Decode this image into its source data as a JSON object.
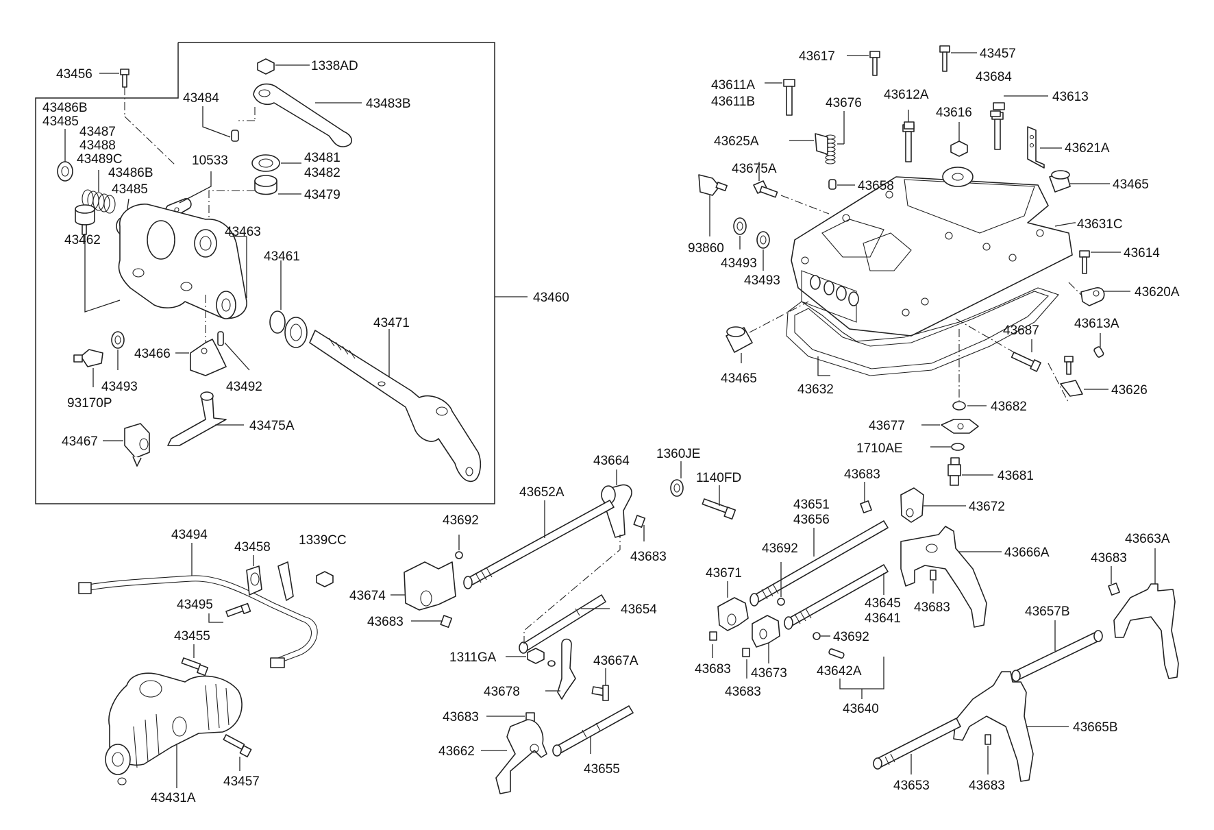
{
  "labels": {
    "l43456": "43456",
    "l1338AD": "1338AD",
    "l43484": "43484",
    "l43483B": "43483B",
    "l43486B_a": "43486B",
    "l43485_a": "43485",
    "l43487": "43487",
    "l43488": "43488",
    "l43489C": "43489C",
    "l43486B_b": "43486B",
    "l43485_b": "43485",
    "l10533": "10533",
    "l43481": "43481",
    "l43482": "43482",
    "l43479": "43479",
    "l43462": "43462",
    "l43463": "43463",
    "l43461": "43461",
    "l43460": "43460",
    "l43471": "43471",
    "l43466": "43466",
    "l43492": "43492",
    "l43493_a": "43493",
    "l93170P": "93170P",
    "l43475A": "43475A",
    "l43467": "43467",
    "l43617": "43617",
    "l43457_a": "43457",
    "l43611A": "43611A",
    "l43611B": "43611B",
    "l43676": "43676",
    "l43612A": "43612A",
    "l43684": "43684",
    "l43613": "43613",
    "l43616": "43616",
    "l43625A": "43625A",
    "l43621A": "43621A",
    "l43675A": "43675A",
    "l43658": "43658",
    "l43465_a": "43465",
    "l43631C": "43631C",
    "l93860": "93860",
    "l43493_b": "43493",
    "l43493_c": "43493",
    "l43614": "43614",
    "l43620A": "43620A",
    "l43613A": "43613A",
    "l43687": "43687",
    "l43465_b": "43465",
    "l43632": "43632",
    "l43626": "43626",
    "l43682": "43682",
    "l43677": "43677",
    "l1710AE": "1710AE",
    "l43681": "43681",
    "l43494": "43494",
    "l43458": "43458",
    "l1339CC": "1339CC",
    "l43495": "43495",
    "l43455": "43455",
    "l43431A": "43431A",
    "l43457_b": "43457",
    "l43664": "43664",
    "l43652A": "43652A",
    "l1360JE": "1360JE",
    "l1140FD": "1140FD",
    "l43692_a": "43692",
    "l43683_a": "43683",
    "l43674": "43674",
    "l43683_b": "43683",
    "l43654": "43654",
    "l1311GA": "1311GA",
    "l43667A": "43667A",
    "l43678": "43678",
    "l43683_c": "43683",
    "l43662": "43662",
    "l43655": "43655",
    "l43683_d": "43683",
    "l43672": "43672",
    "l43651": "43651",
    "l43656": "43656",
    "l43692_b": "43692",
    "l43671": "43671",
    "l43666A": "43666A",
    "l43683_e": "43683",
    "l43645": "43645",
    "l43641": "43641",
    "l43683_f": "43683",
    "l43692_c": "43692",
    "l43673": "43673",
    "l43642A": "43642A",
    "l43683_g": "43683",
    "l43640": "43640",
    "l43683_h": "43683",
    "l43663A": "43663A",
    "l43657B": "43657B",
    "l43665B": "43665B",
    "l43653": "43653",
    "l43683_i": "43683"
  }
}
